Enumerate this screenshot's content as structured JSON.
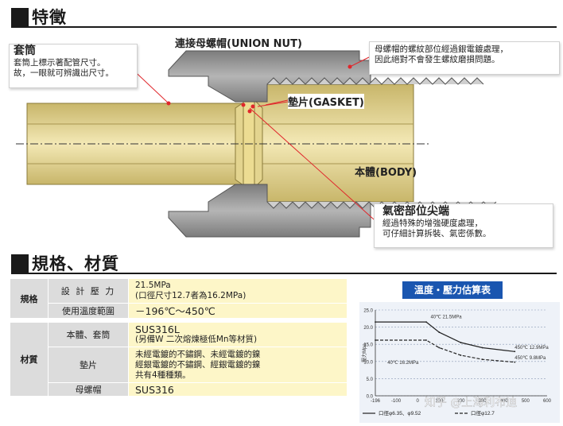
{
  "sections": {
    "features_title": "特徵",
    "specs_title": "規格、材質"
  },
  "diagram": {
    "union_nut_label": "連接母螺帽(UNION NUT)",
    "gasket_label": "墊片(GASKET)",
    "body_label": "本體(BODY)",
    "sleeve_callout": {
      "title": "套筒",
      "text1": "套筒上標示著配管尺寸。",
      "text2": "故，一眼就可辨識出尺寸。"
    },
    "thread_callout": {
      "text1": "母螺帽的螺紋部位經過銀電鍍處理，",
      "text2": "因此絕對不會發生螺紋磨損問題。"
    },
    "seal_callout": {
      "title": "氣密部位尖端",
      "text1": "經過特殊的增強硬度處理，",
      "text2": "可仔細計算拆裝、氣密係數。"
    },
    "colors": {
      "brass": "#e6d79a",
      "nut": "#9a9a9a",
      "callout_line": "#e0262b"
    }
  },
  "spec_table": {
    "rows": [
      {
        "category": "規格",
        "key": "設 計 壓 力",
        "value1": "21.5MPa",
        "value2": "(口徑尺寸12.7者為16.2MPa)"
      },
      {
        "key": "使用溫度範圍",
        "value1": "－196℃～450℃"
      },
      {
        "category": "材質",
        "key": "本體、套筒",
        "value1": "SUS316L",
        "value2": "(另備W 二次熔煉極低Mn等材質)"
      },
      {
        "key": "墊片",
        "value1": "未經電鍍的不鏽鋼、未經電鍍的鎳",
        "value2": "經銀電鍍的不鏽鋼、經銀電鍍的鎳",
        "value3": "共有4種種類。"
      },
      {
        "key": "母螺帽",
        "value1": "SUS316"
      }
    ]
  },
  "chart": {
    "title": "溫度・壓力估算表",
    "ylabel": "壓力Mpa",
    "y_ticks": [
      "25",
      "20",
      "15",
      "10",
      "5",
      "0"
    ],
    "x_ticks": [
      "-196",
      "-100",
      "0",
      "100",
      "200",
      "300",
      "400",
      "500",
      "600"
    ],
    "annotations": [
      "40℃ 21.5MPa",
      "40℃ 16.2MPa",
      "450℃ 12.9MPa",
      "450℃ 9.8MPa"
    ],
    "legend1": "口徑φ6.35、φ9.52",
    "legend2": "口徑φ12.7",
    "chart_data": {
      "type": "line",
      "x_unit": "℃",
      "y_unit": "MPa",
      "ylim": [
        0,
        25
      ],
      "xlim": [
        -196,
        600
      ],
      "series": [
        {
          "name": "口徑φ6.35、φ9.52",
          "x": [
            -196,
            40,
            100,
            200,
            300,
            450
          ],
          "y": [
            21.5,
            21.5,
            18.5,
            15.5,
            14.0,
            12.9
          ]
        },
        {
          "name": "口徑φ12.7",
          "x": [
            -196,
            40,
            100,
            200,
            300,
            450
          ],
          "y": [
            16.2,
            16.2,
            14.0,
            11.8,
            10.6,
            9.8
          ]
        }
      ]
    }
  },
  "watermark": "知乎 @上海利布迪"
}
